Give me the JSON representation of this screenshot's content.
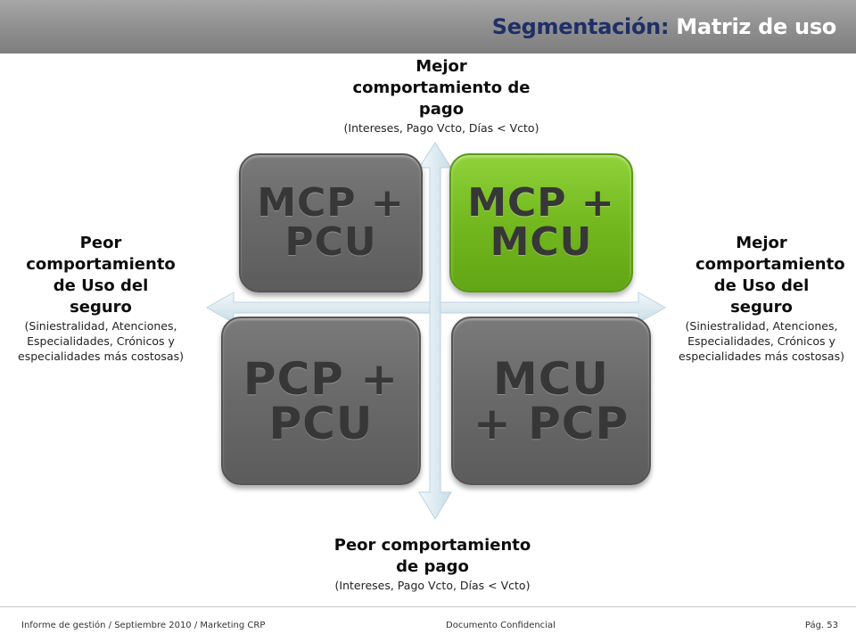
{
  "header": {
    "title_part1": "Segmentación: ",
    "title_part2": "Matriz de uso"
  },
  "labels": {
    "top": {
      "main": "Mejor comportamiento de pago",
      "sub": "(Intereses, Pago Vcto, Días < Vcto)"
    },
    "bottom": {
      "main": "Peor comportamiento de pago",
      "sub": "(Intereses, Pago Vcto, Días < Vcto)"
    },
    "left": {
      "main": "Peor comportamiento de Uso del seguro",
      "sub": "(Siniestralidad, Atenciones, Especialidades, Crónicos y especialidades más costosas)"
    },
    "right": {
      "main": "Mejor comportamiento de Uso del seguro",
      "sub": "(Siniestralidad, Atenciones, Especialidades, Crónicos y especialidades más costosas)"
    }
  },
  "quadrants": {
    "top_left": "MCP +\nPCU",
    "top_right": "MCP +\nMCU",
    "bottom_left": "PCP +\nPCU",
    "bottom_right": "MCU\n+ PCP"
  },
  "footer": {
    "left": "Informe de gestión / Septiembre 2010 / Marketing CRP",
    "center": "Documento Confidencial",
    "right": "Pág. 53"
  },
  "colors": {
    "header_bg": "#8e8e8e",
    "title_accent": "#1f2f66",
    "quadrant_gray": "#6a6a6a",
    "quadrant_green": "#74b81f",
    "arrow": "#d6e6ef"
  }
}
